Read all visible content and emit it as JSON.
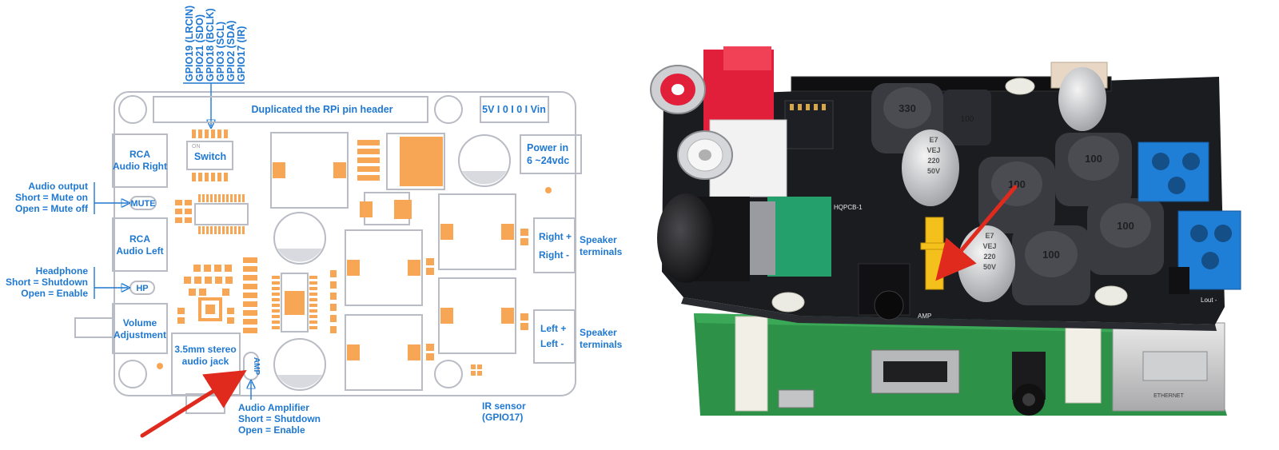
{
  "diagram": {
    "gpio_pins": [
      "GPIO19 (LRCIN)",
      "GPIO21 (SDO)",
      "GPIO18 (BCLK)",
      "GPIO3 (SCL)",
      "GPIO2 (SDA)",
      "GPIO17 (IR)"
    ],
    "header_label": "Duplicated the RPi pin header",
    "power_pins_label": "5V I 0 I 0 I Vin",
    "power_in": [
      "Power in",
      "6 ~24vdc"
    ],
    "switch_label": "Switch",
    "on_label": "ON",
    "rca_right": [
      "RCA",
      "Audio Right"
    ],
    "rca_left": [
      "RCA",
      "Audio Left"
    ],
    "mute_label": "MUTE",
    "hp_label": "HP",
    "amp_label": "AMP",
    "audio_output": [
      "Audio output",
      "Short = Mute on",
      "Open = Mute off"
    ],
    "headphone": [
      "Headphone",
      "Short = Shutdown",
      "Open = Enable"
    ],
    "volume": [
      "Volume",
      "Adjustment"
    ],
    "jack": [
      "3.5mm stereo",
      "audio jack"
    ],
    "right_terminals": [
      "Right +",
      "Right -"
    ],
    "left_terminals": [
      "Left +",
      "Left -"
    ],
    "speaker_terms_1": [
      "Speaker",
      "terminals"
    ],
    "speaker_terms_2": [
      "Speaker",
      "terminals"
    ],
    "audio_amp": [
      "Audio Amplifier",
      "Short = Shutdown",
      "Open = Enable"
    ],
    "ir_sensor": [
      "IR sensor",
      "(GPIO17)"
    ]
  },
  "photo": {
    "inductor_1": "330",
    "inductor_2": "100",
    "inductor_3": "100",
    "inductor_4": "100",
    "inductor_5": "100",
    "inductor_6": "100",
    "cap_1": [
      "E7",
      "VEJ",
      "220",
      "50V"
    ],
    "cap_2": [
      "E7",
      "VEJ",
      "220",
      "50V"
    ],
    "board_name": "HQPCB-1",
    "amp_label": "AMP",
    "lout_label": "Lout -",
    "ethernet_label": "ETHERNET"
  },
  "colors": {
    "label_blue": "#1f78d1",
    "pad_orange": "#f7a655",
    "outline_gray": "#b9bcc4",
    "arrow_red": "#e02a1d",
    "terminal_blue": "#1f7fd6",
    "pcb_black": "#1b1c20",
    "pi_green": "#2e9148"
  }
}
